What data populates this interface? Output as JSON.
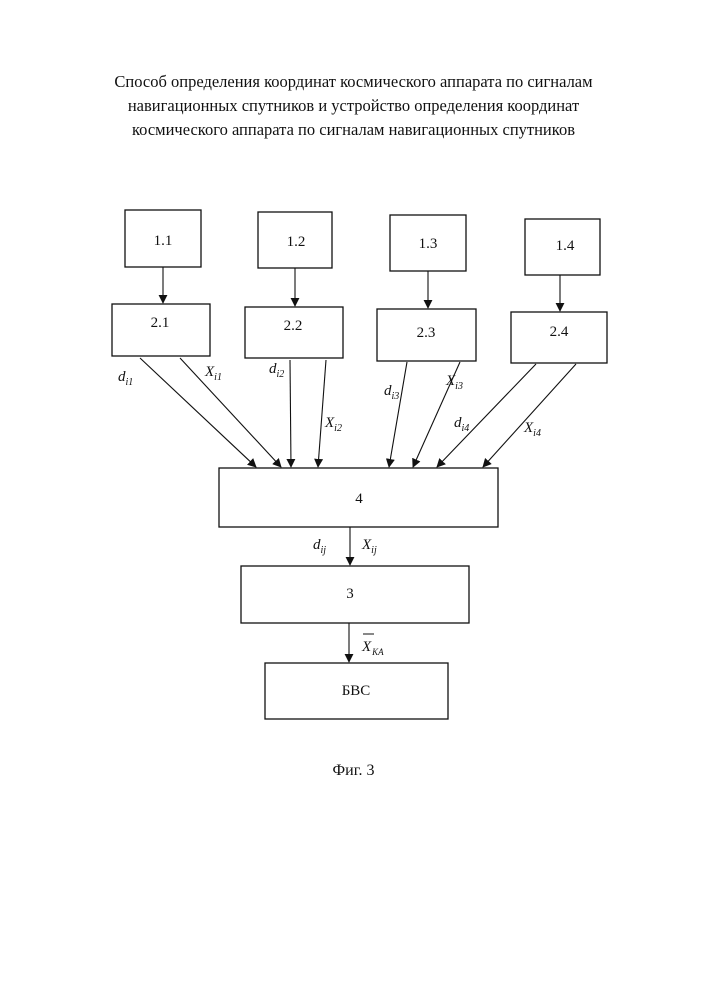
{
  "title": {
    "line1": "Способ определения координат космического аппарата по сигналам",
    "line2": "навигационных спутников и устройство определения координат",
    "line3": "космического аппарата по сигналам навигационных спутников"
  },
  "blocks": {
    "b11": "1.1",
    "b12": "1.2",
    "b13": "1.3",
    "b14": "1.4",
    "b21": "2.1",
    "b22": "2.2",
    "b23": "2.3",
    "b24": "2.4",
    "b4": "4",
    "b3": "3",
    "bvs": "БВС"
  },
  "signals": {
    "d_letter": "d",
    "x_letter": "X",
    "ch1_sub": "i1",
    "ch2_sub": "i2",
    "ch3_sub": "i3",
    "ch4_sub": "i4",
    "ij_sub": "ij",
    "ka_sub": "КА"
  },
  "caption": "Фиг. 3"
}
